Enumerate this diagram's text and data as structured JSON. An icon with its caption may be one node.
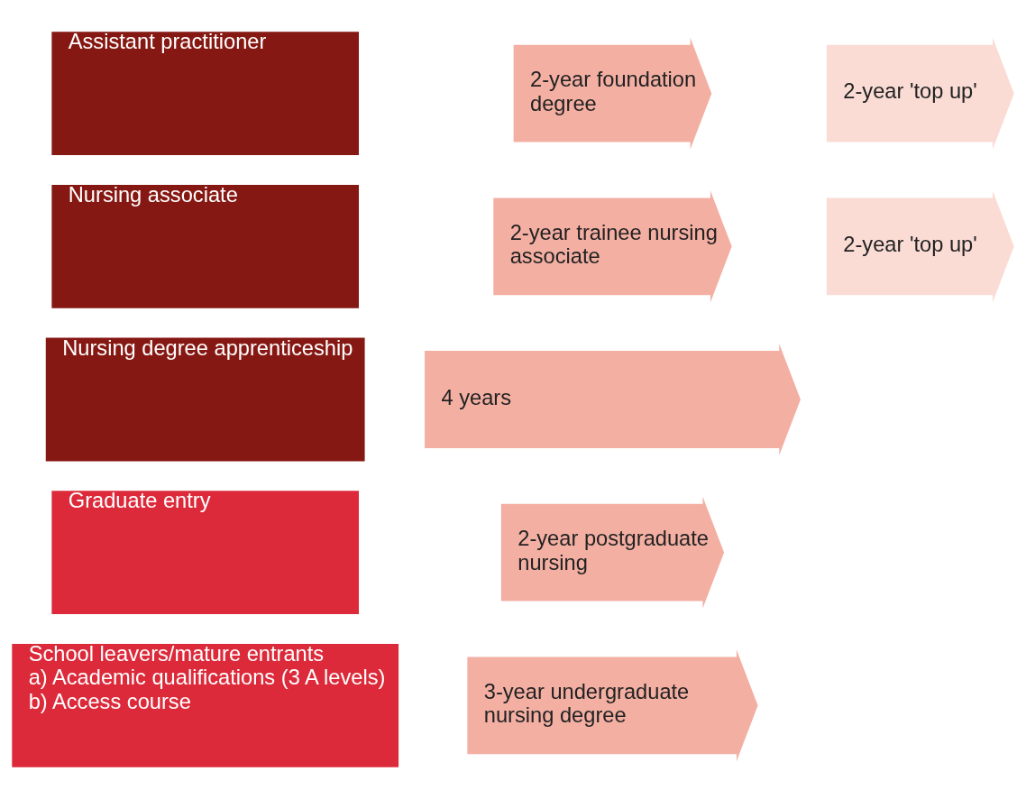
{
  "diagram": {
    "nodes": [
      {
        "text": [
          "School leavers/mature entrants",
          "a) Academic qualifications (3 A levels)",
          "b) Access course"
        ]
      },
      {
        "text": [
          "3-year undergraduate nursing degree"
        ]
      },
      {
        "text": [
          "Graduate entry"
        ]
      },
      {
        "text": [
          "2-year postgraduate nursing"
        ]
      },
      {
        "text": [
          "Nursing degree apprenticeship"
        ]
      },
      {
        "text": [
          "4 years"
        ]
      },
      {
        "text": [
          "Nursing associate"
        ]
      },
      {
        "text": [
          "2-year trainee nursing associate"
        ]
      },
      {
        "text": [
          "2-year 'top up'"
        ]
      },
      {
        "text": [
          "Assistant practitioner"
        ]
      },
      {
        "text": [
          "2-year foundation degree"
        ]
      },
      {
        "text": [
          "2-year 'top up'"
        ]
      }
    ]
  }
}
